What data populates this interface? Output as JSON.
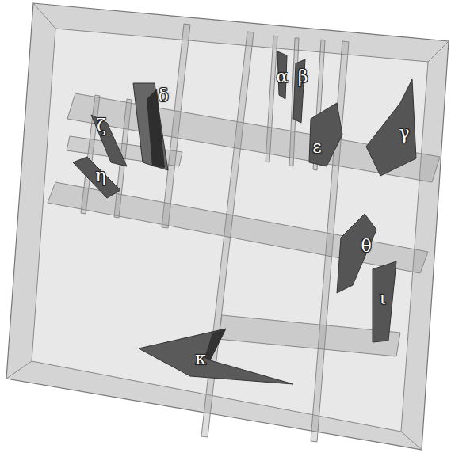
{
  "diagram": {
    "labels": [
      "α",
      "β",
      "γ",
      "δ",
      "ε",
      "ζ",
      "η",
      "θ",
      "ι",
      "κ"
    ]
  }
}
